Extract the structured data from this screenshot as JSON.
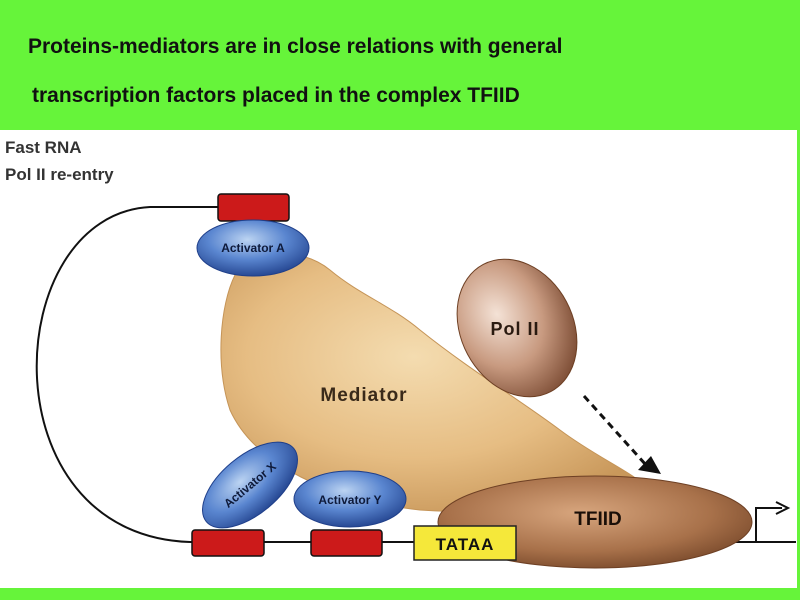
{
  "title": {
    "line1": "Proteins-mediators are in close relations  with  general",
    "line2": "transcription factors placed in the complex TFIID"
  },
  "diagram": {
    "note_line1": "Fast RNA",
    "note_line2": "Pol II re-entry",
    "activator_a": "Activator A",
    "activator_x": "Activator X",
    "activator_y": "Activator Y",
    "mediator": "Mediator",
    "pol2": "Pol II",
    "tfiid": "TFIID",
    "tataa": "TATAA"
  },
  "colors": {
    "background": "#66f43a",
    "activator_blue": "#3a62b8",
    "enhancer_red": "#cc1a1a",
    "tataa_yellow": "#f5e83a",
    "mediator_tan": "#e6bd83",
    "tfiid_brown": "#a8714a"
  }
}
